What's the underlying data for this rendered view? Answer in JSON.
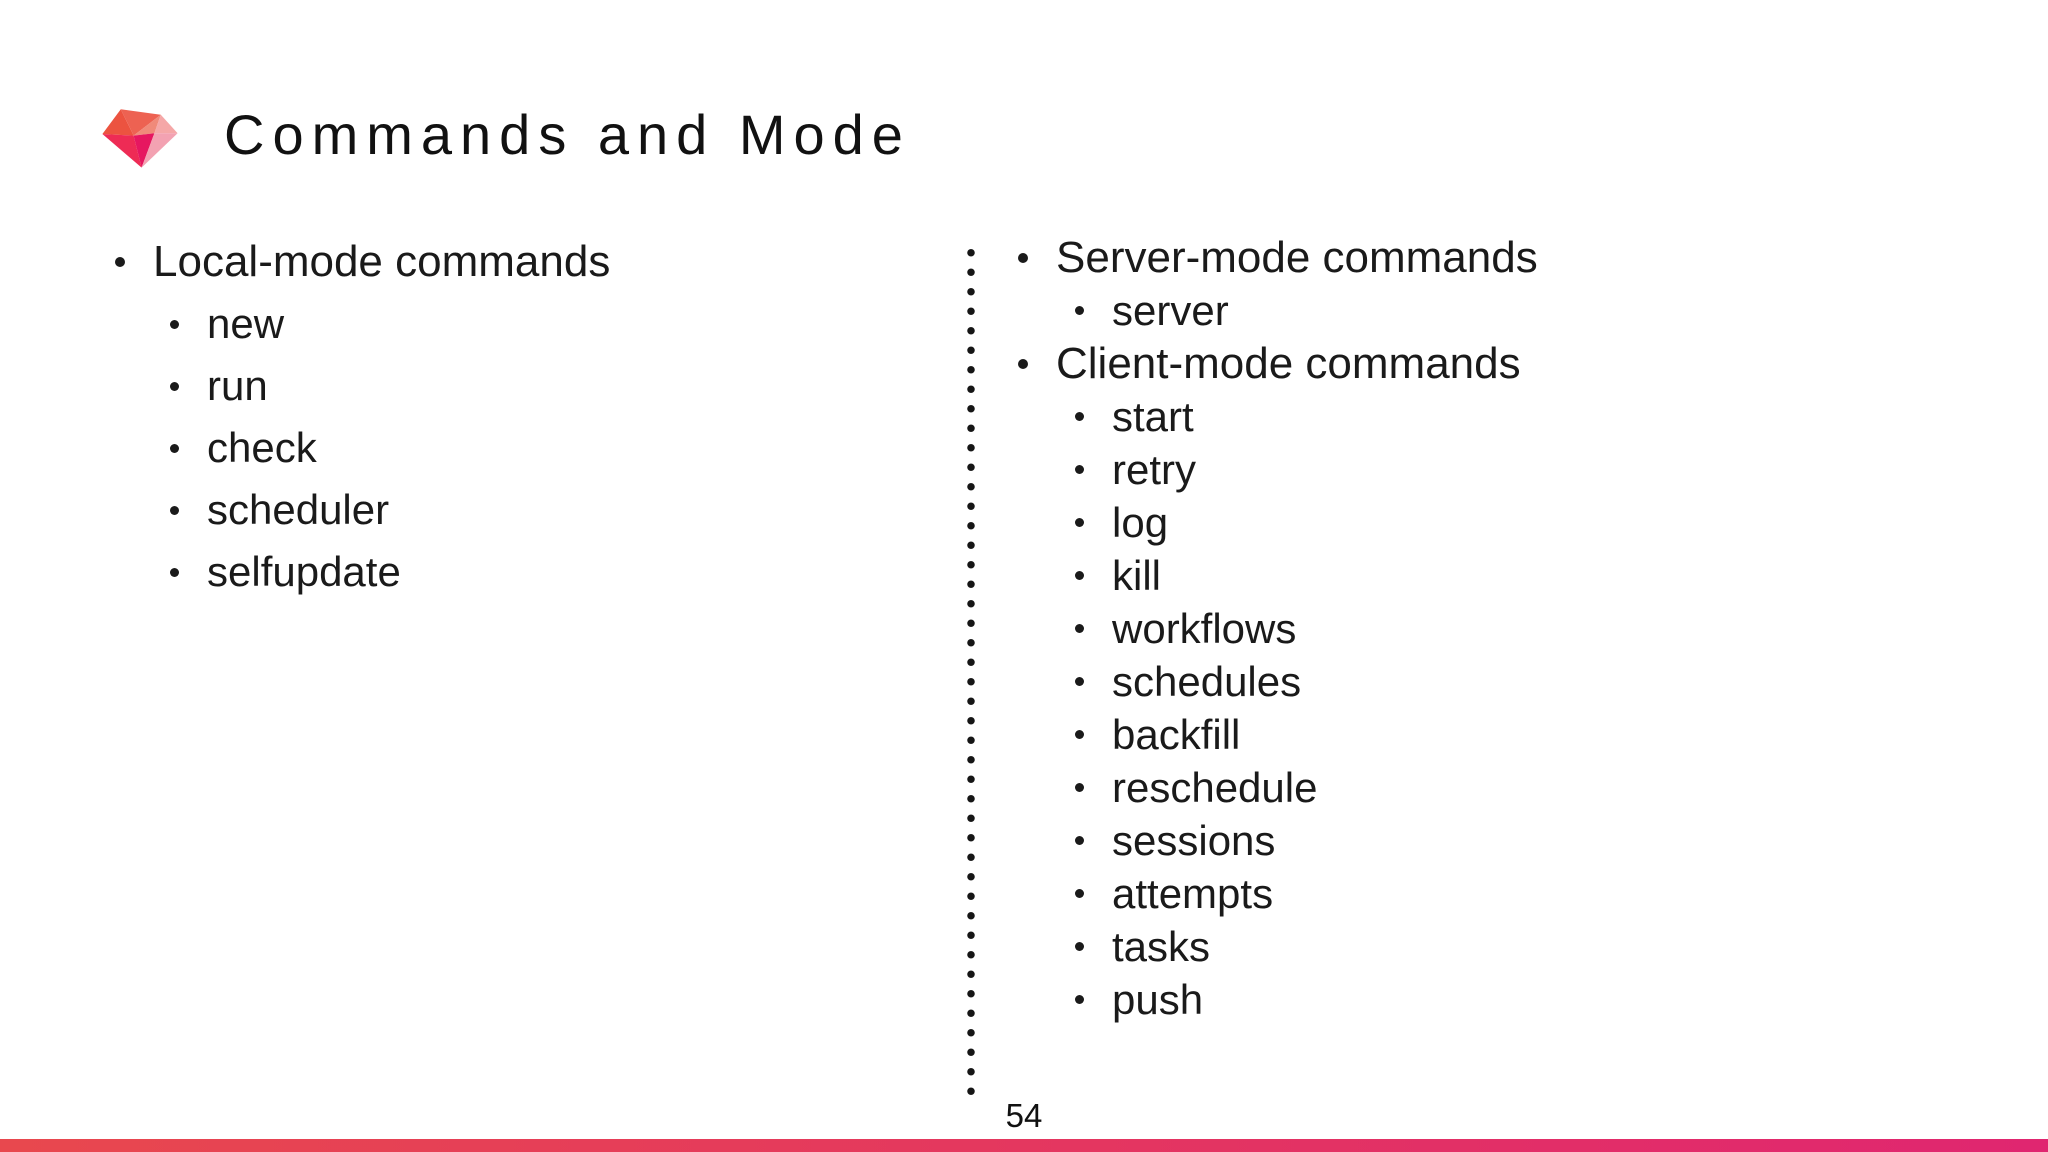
{
  "slide": {
    "title": "Commands and Mode",
    "page_number": "54"
  },
  "columns": {
    "left": {
      "groups": [
        {
          "label": "Local-mode commands",
          "items": [
            "new",
            "run",
            "check",
            "scheduler",
            "selfupdate"
          ]
        }
      ]
    },
    "right": {
      "groups": [
        {
          "label": "Server-mode commands",
          "items": [
            "server"
          ]
        },
        {
          "label": "Client-mode commands",
          "items": [
            "start",
            "retry",
            "log",
            "kill",
            "workflows",
            "schedules",
            "backfill",
            "reschedule",
            "sessions",
            "attempts",
            "tasks",
            "push"
          ]
        }
      ]
    }
  },
  "icons": {
    "logo": "gem-icon"
  },
  "colors": {
    "text": "#1a1a1a",
    "background": "#ffffff",
    "bottom_bar_gradient": [
      "#e8484e",
      "#e02670"
    ],
    "gem_facets": [
      "#ec5340",
      "#ed6252",
      "#f08a7a",
      "#f5a7a7",
      "#ee2b55",
      "#e61760",
      "#f3a2b2"
    ]
  }
}
